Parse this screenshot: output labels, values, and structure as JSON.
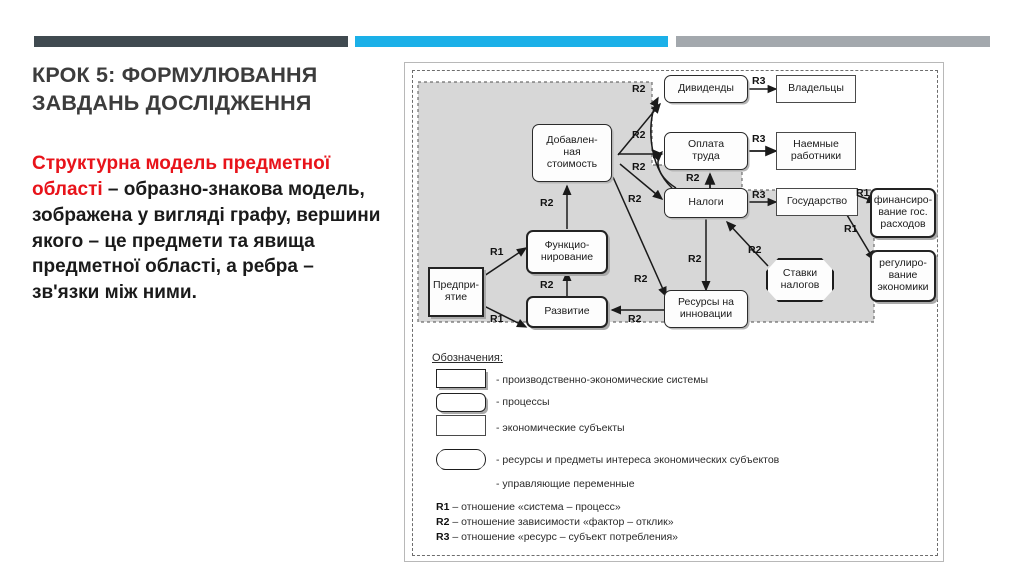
{
  "slide": {
    "title": "КРОК 5: ФОРМУЛЮВАННЯ\n ЗАВДАНЬ ДОСЛІДЖЕННЯ",
    "body_highlight": "Структурна модель предметної області",
    "body_rest": " – образно-знакова модель, зображена у вигляді графу, вершини якого – це предмети та явища предметної області, а ребра – зв'язки між ними."
  },
  "accent_bars": {
    "dark": "#404a50",
    "blue": "#1bb0e8",
    "gray": "#a3a8ad"
  },
  "diagram": {
    "nodes": [
      {
        "id": "enterprise",
        "label": "Предпри-\nятие",
        "kind": "system"
      },
      {
        "id": "functioning",
        "label": "Функцио-\nнирование",
        "kind": "process"
      },
      {
        "id": "development",
        "label": "Развитие",
        "kind": "process"
      },
      {
        "id": "added_value",
        "label": "Добавлен-\nная\nстоимость",
        "kind": "resource"
      },
      {
        "id": "dividends",
        "label": "Дивиденды",
        "kind": "resource"
      },
      {
        "id": "labor_pay",
        "label": "Оплата\nтруда",
        "kind": "resource"
      },
      {
        "id": "taxes",
        "label": "Налоги",
        "kind": "resource"
      },
      {
        "id": "innovation_resources",
        "label": "Ресурсы на\nинновации",
        "kind": "resource"
      },
      {
        "id": "owners",
        "label": "Владельцы",
        "kind": "subject"
      },
      {
        "id": "employees",
        "label": "Наемные\nработники",
        "kind": "subject"
      },
      {
        "id": "state",
        "label": "Государство",
        "kind": "subject"
      },
      {
        "id": "tax_rates",
        "label": "Ставки\nналогов",
        "kind": "control"
      },
      {
        "id": "gov_spending",
        "label": "финансиро-\nвание гос.\nрасходов",
        "kind": "process"
      },
      {
        "id": "econ_regulation",
        "label": "регулиро-\nвание\nэкономики",
        "kind": "process"
      }
    ],
    "edge_labels": [
      {
        "id": "e1",
        "text": "R1"
      },
      {
        "id": "e2",
        "text": "R1"
      },
      {
        "id": "e3",
        "text": "R2"
      },
      {
        "id": "e4",
        "text": "R2"
      },
      {
        "id": "e5",
        "text": "R2"
      },
      {
        "id": "e6",
        "text": "R2"
      },
      {
        "id": "e7",
        "text": "R2"
      },
      {
        "id": "e8",
        "text": "R2"
      },
      {
        "id": "e9",
        "text": "R2"
      },
      {
        "id": "e10",
        "text": "R2"
      },
      {
        "id": "e11",
        "text": "R2"
      },
      {
        "id": "e12",
        "text": "R2"
      },
      {
        "id": "e13",
        "text": "R2"
      },
      {
        "id": "e14",
        "text": "R3"
      },
      {
        "id": "e15",
        "text": "R3"
      },
      {
        "id": "e16",
        "text": "R3"
      },
      {
        "id": "e17",
        "text": "R1"
      },
      {
        "id": "e18",
        "text": "R1"
      }
    ]
  },
  "legend": {
    "title": "Обозначения:",
    "items": [
      {
        "swatch": "system-swatch",
        "text": "- производственно-экономические системы"
      },
      {
        "swatch": "process-swatch",
        "text": "- процессы"
      },
      {
        "swatch": "subject-swatch",
        "text": "- экономические субъекты"
      },
      {
        "swatch": "resource-swatch",
        "text": "- ресурсы и предметы интереса экономических субъектов"
      },
      {
        "swatch": "none",
        "text": "- управляющие переменные"
      }
    ],
    "relations": [
      {
        "code": "R1",
        "text": " – отношение «система – процесс»"
      },
      {
        "code": "R2",
        "text": " – отношение зависимости «фактор – отклик»"
      },
      {
        "code": "R3",
        "text": " – отношение «ресурс – субъект потребления»"
      }
    ]
  }
}
